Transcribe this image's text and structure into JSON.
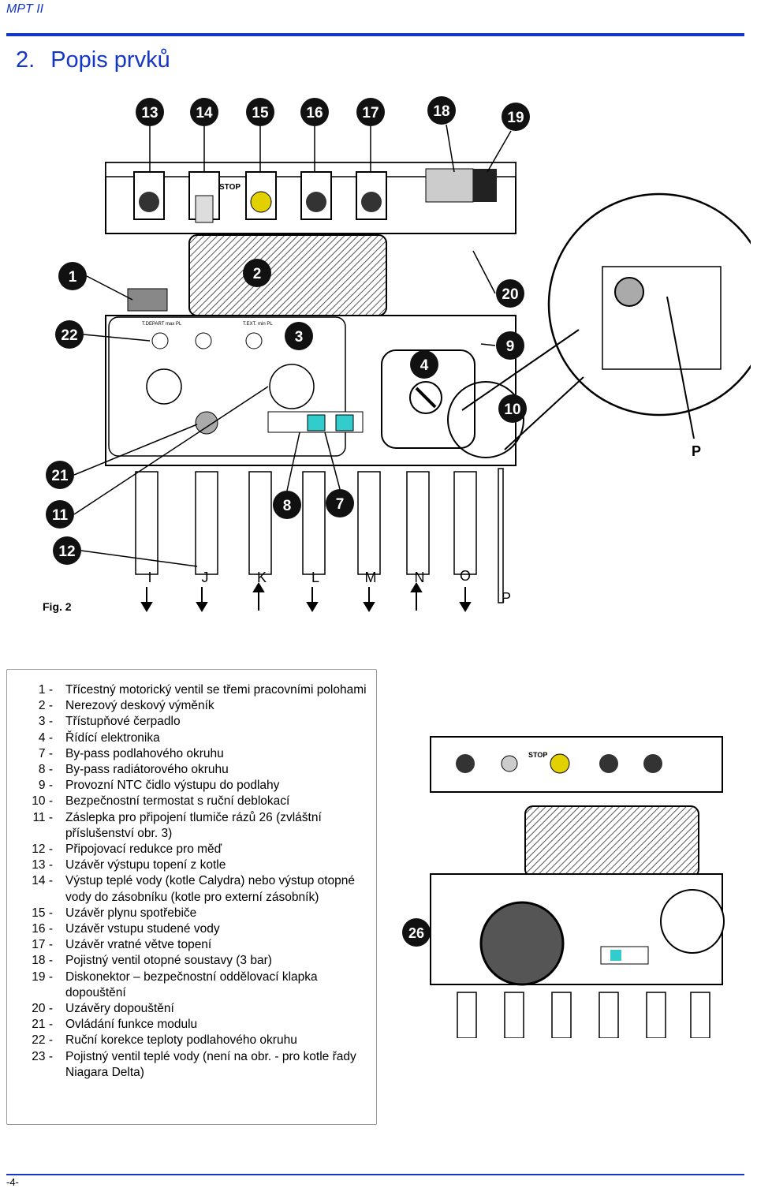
{
  "header": {
    "title": "MPT II"
  },
  "section": {
    "number": "2.",
    "title": "Popis prvků"
  },
  "figure": {
    "caption": "Fig. 2",
    "callouts": [
      "1",
      "2",
      "3",
      "4",
      "7",
      "8",
      "9",
      "10",
      "11",
      "12",
      "13",
      "14",
      "15",
      "16",
      "17",
      "18",
      "19",
      "20",
      "21",
      "22"
    ],
    "stop_label": "STOP",
    "panel_texts": [
      "T.DEPART max PL",
      "T.EXT. min PL"
    ],
    "connections": [
      "I",
      "J",
      "K",
      "L",
      "M",
      "N",
      "O",
      "P"
    ],
    "detail_label": "P"
  },
  "legend": [
    {
      "n": "1 -",
      "text": "Třícestný motorický ventil se třemi pracovními polohami"
    },
    {
      "n": "2 -",
      "text": "Nerezový deskový výměník"
    },
    {
      "n": "3 -",
      "text": "Třístupňové čerpadlo"
    },
    {
      "n": "4 -",
      "text": "Řídící elektronika"
    },
    {
      "n": "7 -",
      "text": "By-pass podlahového okruhu"
    },
    {
      "n": "8 -",
      "text": "By-pass radiátorového okruhu"
    },
    {
      "n": "9 -",
      "text": "Provozní NTC čidlo výstupu do podlahy"
    },
    {
      "n": "10 -",
      "text": "Bezpečnostní termostat s ruční deblokací"
    },
    {
      "n": "11 -",
      "text": "Záslepka pro připojení tlumiče rázů 26 (zvláštní příslušenství obr. 3)"
    },
    {
      "n": "12 -",
      "text": "Připojovací redukce pro měď"
    },
    {
      "n": "13 -",
      "text": "Uzávěr výstupu topení z kotle"
    },
    {
      "n": "14 -",
      "text": "Výstup teplé vody (kotle Calydra) nebo výstup otopné vody do zásobníku (kotle pro externí zásobník)"
    },
    {
      "n": "15 -",
      "text": "Uzávěr plynu spotřebiče"
    },
    {
      "n": "16 -",
      "text": "Uzávěr vstupu studené vody"
    },
    {
      "n": "17 -",
      "text": "Uzávěr vratné větve topení"
    },
    {
      "n": "18 -",
      "text": "Pojistný ventil otopné soustavy (3 bar)"
    },
    {
      "n": "19 -",
      "text": "Diskonektor – bezpečnostní oddělovací klapka dopouštění"
    },
    {
      "n": "20 -",
      "text": "Uzávěry dopouštění"
    },
    {
      "n": "21 -",
      "text": "Ovládání funkce modulu"
    },
    {
      "n": "22 -",
      "text": "Ruční korekce teploty podlahového okruhu"
    },
    {
      "n": "23 -",
      "text": "Pojistný ventil teplé vody (není na obr. - pro kotle řady Niagara Delta)"
    }
  ],
  "figure2": {
    "callout": "26",
    "stop_label": "STOP"
  },
  "footer": {
    "page": "-4-"
  }
}
